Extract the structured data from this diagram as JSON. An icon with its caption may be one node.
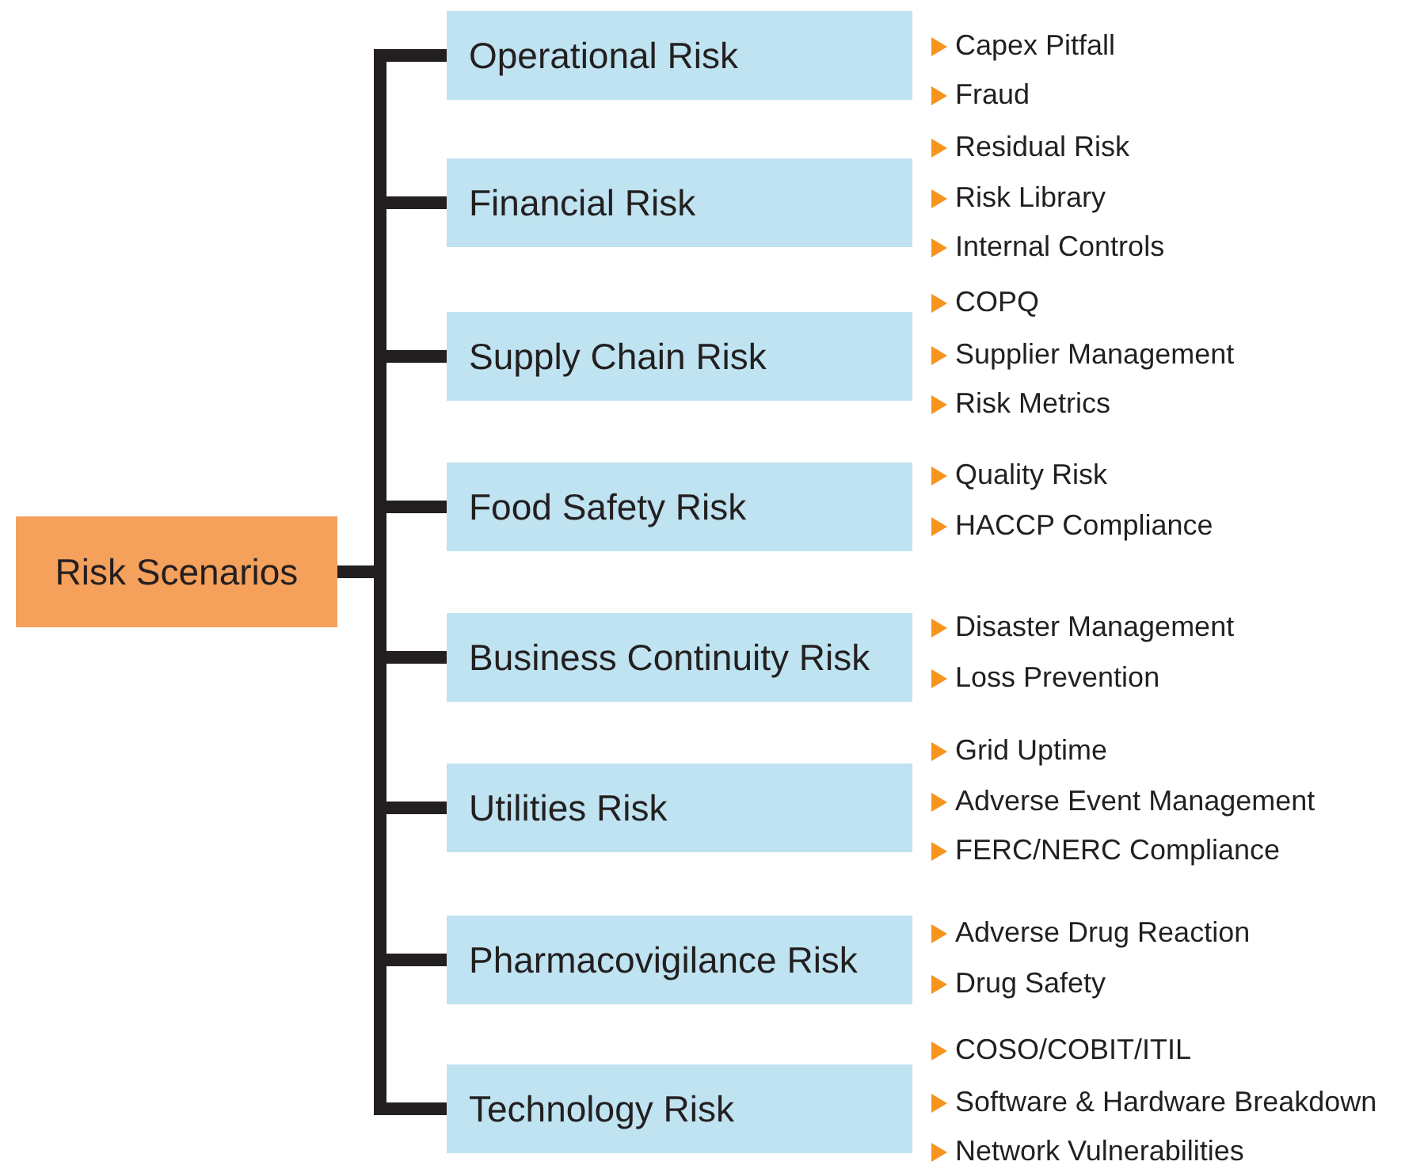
{
  "diagram": {
    "nodes": [
      {
        "text": [
          "Risk Scenarios"
        ]
      },
      {
        "text": [
          "Operational Risk"
        ],
        "beside": [
          "Capex Pitfall",
          "Fraud"
        ]
      },
      {
        "text": [
          "Financial Risk"
        ],
        "beside": [
          "Residual Risk",
          "Risk Library",
          "Internal Controls"
        ]
      },
      {
        "text": [
          "Supply Chain Risk"
        ],
        "beside": [
          "COPQ",
          "Supplier Management",
          "Risk Metrics"
        ]
      },
      {
        "text": [
          "Food Safety Risk"
        ],
        "beside": [
          "Quality Risk",
          "HACCP Compliance"
        ]
      },
      {
        "text": [
          "Business Continuity Risk"
        ],
        "beside": [
          "Disaster Management",
          "Loss Prevention"
        ]
      },
      {
        "text": [
          "Utilities Risk"
        ],
        "beside": [
          "Grid Uptime",
          "Adverse Event Management",
          "FERC/NERC Compliance"
        ]
      },
      {
        "text": [
          "Pharmacovigilance Risk"
        ],
        "beside": [
          "Adverse Drug Reaction",
          "Drug Safety"
        ]
      },
      {
        "text": [
          "Technology Risk"
        ],
        "beside": [
          "COSO/COBIT/ITIL",
          "Software & Hardware Breakdown",
          "Network Vulnerabilities"
        ]
      }
    ],
    "edges": [
      {
        "from": 0,
        "to": 1,
        "arrow": "none"
      },
      {
        "from": 0,
        "to": 2,
        "arrow": "none"
      },
      {
        "from": 0,
        "to": 3,
        "arrow": "none"
      },
      {
        "from": 0,
        "to": 4,
        "arrow": "none"
      },
      {
        "from": 0,
        "to": 5,
        "arrow": "none"
      },
      {
        "from": 0,
        "to": 6,
        "arrow": "none"
      },
      {
        "from": 0,
        "to": 7,
        "arrow": "none"
      },
      {
        "from": 0,
        "to": 8,
        "arrow": "none"
      }
    ]
  }
}
